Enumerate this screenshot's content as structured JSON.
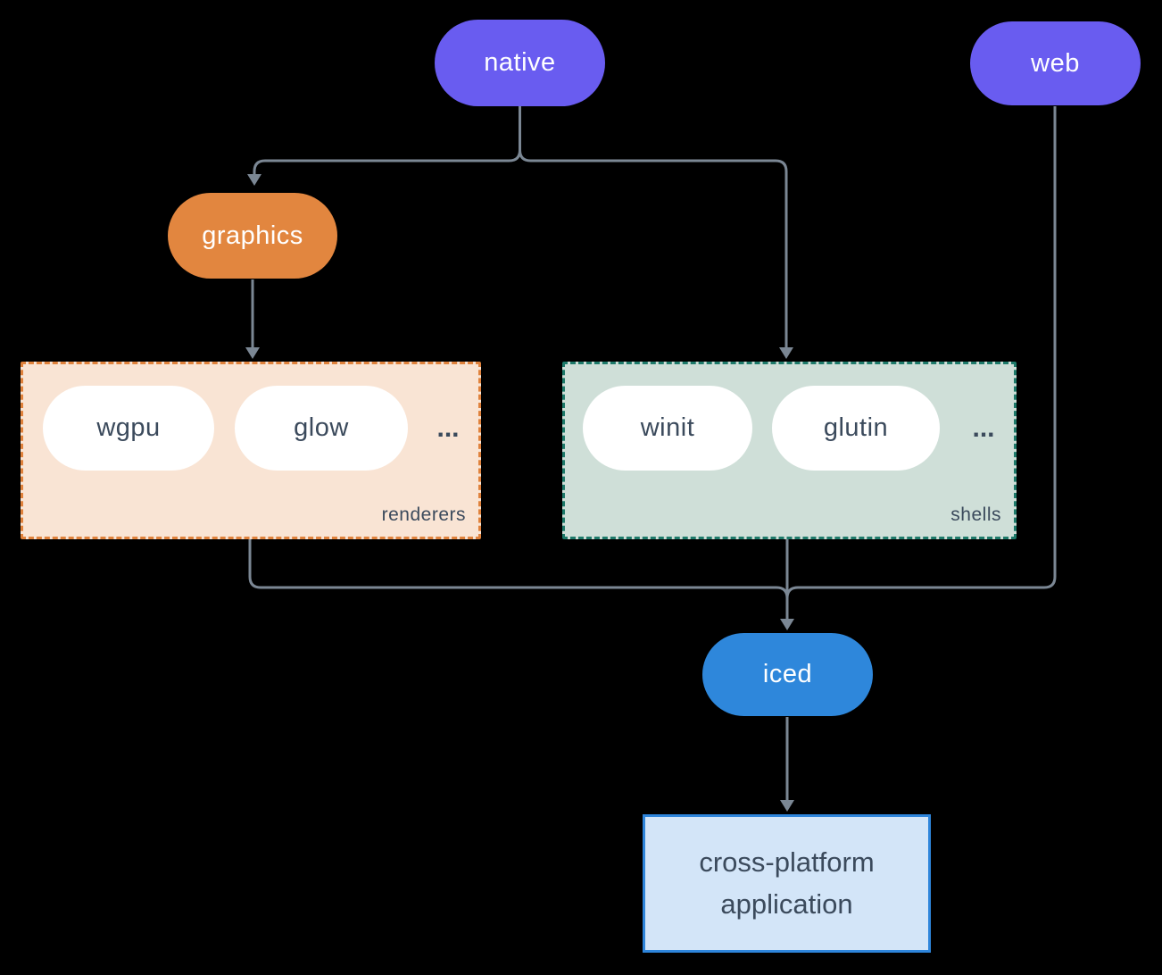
{
  "diagram": {
    "type": "flow-diagram",
    "nodes": {
      "native": "native",
      "web": "web",
      "graphics": "graphics",
      "iced": "iced",
      "application": "cross-platform application"
    },
    "groups": {
      "renderers": {
        "label": "renderers",
        "items": [
          "wgpu",
          "glow"
        ],
        "more": "..."
      },
      "shells": {
        "label": "shells",
        "items": [
          "winit",
          "glutin"
        ],
        "more": "..."
      }
    },
    "edges": [
      {
        "from": "native",
        "to": "graphics"
      },
      {
        "from": "native",
        "to": "shells"
      },
      {
        "from": "graphics",
        "to": "renderers"
      },
      {
        "from": "renderers",
        "to": "iced"
      },
      {
        "from": "shells",
        "to": "iced"
      },
      {
        "from": "web",
        "to": "iced"
      },
      {
        "from": "iced",
        "to": "application"
      }
    ]
  },
  "colors": {
    "background": "#000000",
    "purple": "#695cf0",
    "orange": "#e2863f",
    "blue": "#2e87db",
    "line": "#7b8794",
    "dark_text": "#3b4a5c",
    "pill_text": "#ffffff",
    "white_pill_bg": "#ffffff",
    "renderers_bg": "#f9e4d4",
    "renderers_border": "#e0823c",
    "shells_bg": "#cfdfd8",
    "shells_border": "#1e7a6a",
    "app_bg": "#d3e5f8",
    "app_border": "#2e85db"
  }
}
